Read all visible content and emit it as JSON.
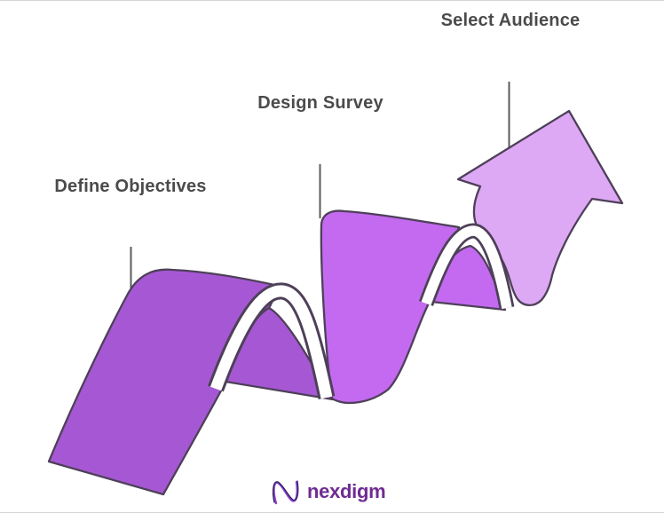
{
  "diagram": {
    "type": "process-ribbon-wave",
    "steps": [
      {
        "label": "Define Objectives"
      },
      {
        "label": "Design Survey"
      },
      {
        "label": "Select Audience"
      }
    ]
  },
  "branding": {
    "logo_text": "nexdigm",
    "logo_icon": "wavy-n-icon"
  },
  "colors": {
    "background": "#ffffff",
    "border": "#d6d6d6",
    "label_text": "#4b4b4b",
    "pointer_line": "#5b5b5b",
    "outline": "#4e4059",
    "wave1": "#a658d4",
    "wave2": "#c36af0",
    "arrow": "#dda9f4",
    "band": "#ffffff",
    "logo_purple": "#6f2b92",
    "logo_icon_dark": "#31205a",
    "logo_icon_light": "#8a3fd0"
  }
}
